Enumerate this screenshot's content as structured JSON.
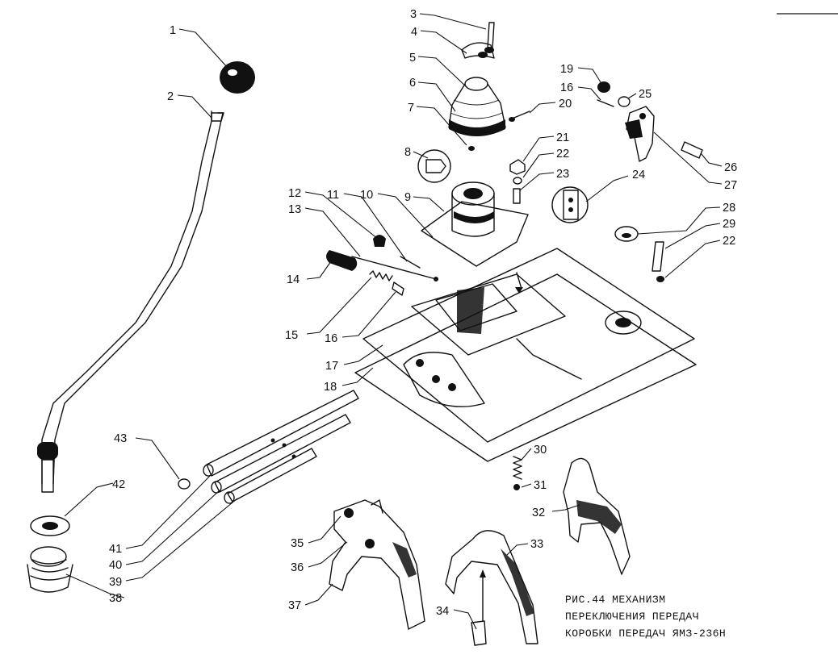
{
  "figure": {
    "caption_lines": [
      "РИС.44 МЕХАНИЗМ",
      "ПЕРЕКЛЮЧЕНИЯ ПЕРЕДАЧ",
      "КОРОБКИ ПЕРЕДАЧ ЯМЗ-236Н"
    ]
  },
  "callouts": [
    {
      "number": "1"
    },
    {
      "number": "2"
    },
    {
      "number": "3"
    },
    {
      "number": "4"
    },
    {
      "number": "5"
    },
    {
      "number": "6"
    },
    {
      "number": "7"
    },
    {
      "number": "8"
    },
    {
      "number": "9"
    },
    {
      "number": "10"
    },
    {
      "number": "11"
    },
    {
      "number": "12"
    },
    {
      "number": "13"
    },
    {
      "number": "14"
    },
    {
      "number": "15"
    },
    {
      "number": "16"
    },
    {
      "number": "16"
    },
    {
      "number": "17"
    },
    {
      "number": "18"
    },
    {
      "number": "19"
    },
    {
      "number": "20"
    },
    {
      "number": "21"
    },
    {
      "number": "22"
    },
    {
      "number": "22"
    },
    {
      "number": "23"
    },
    {
      "number": "24"
    },
    {
      "number": "25"
    },
    {
      "number": "26"
    },
    {
      "number": "27"
    },
    {
      "number": "28"
    },
    {
      "number": "29"
    },
    {
      "number": "30"
    },
    {
      "number": "31"
    },
    {
      "number": "32"
    },
    {
      "number": "33"
    },
    {
      "number": "34"
    },
    {
      "number": "35"
    },
    {
      "number": "36"
    },
    {
      "number": "37"
    },
    {
      "number": "38"
    },
    {
      "number": "39"
    },
    {
      "number": "40"
    },
    {
      "number": "41"
    },
    {
      "number": "42"
    },
    {
      "number": "43"
    }
  ]
}
